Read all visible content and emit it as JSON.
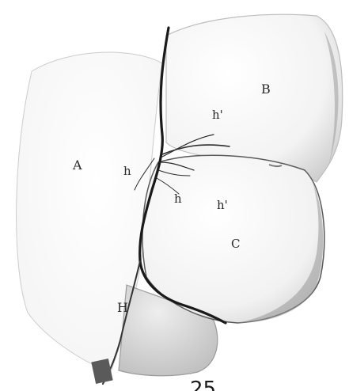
{
  "figure": {
    "labels": {
      "A": "A",
      "B": "B",
      "C": "C",
      "H": "H",
      "h_left": "h",
      "h_mid": "h",
      "h_prime_top": "h'",
      "h_prime_c": "h'"
    },
    "figure_number": "25"
  }
}
